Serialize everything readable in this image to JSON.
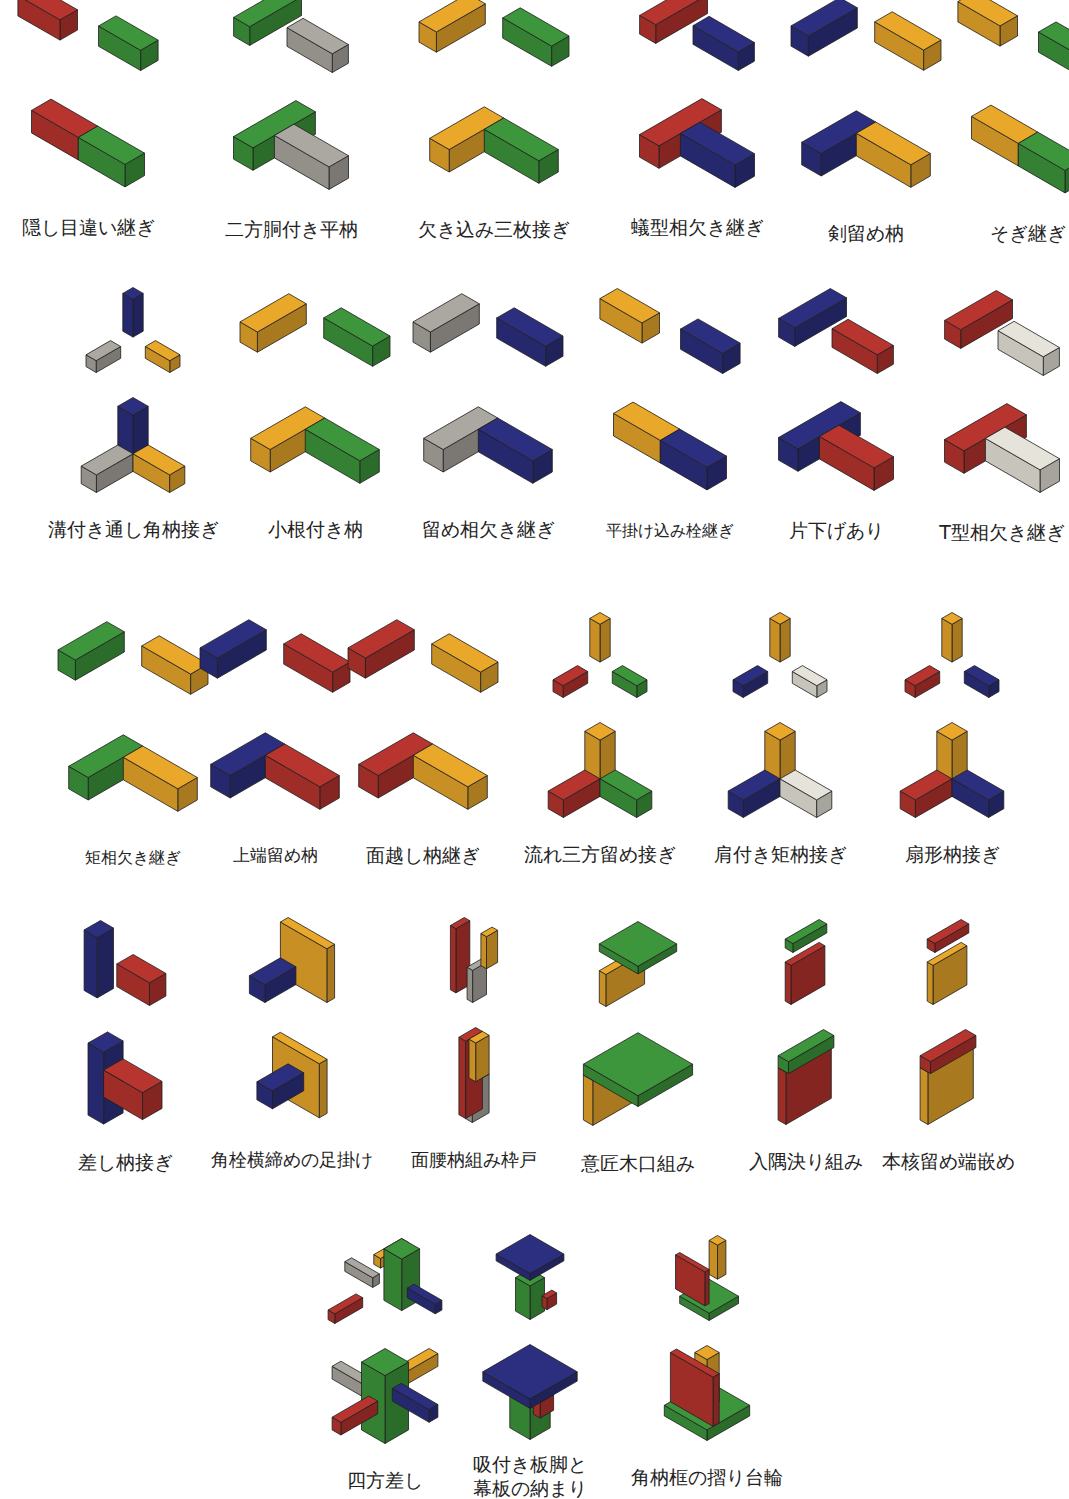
{
  "diagram": {
    "labels": [
      "隠し目違い継ぎ",
      "二方胴付き平枘",
      "欠き込み三枚接ぎ",
      "蟻型相欠き継ぎ",
      "剣留め枘",
      "そぎ継ぎ",
      "溝付き通し角枘接ぎ",
      "小根付き枘",
      "留め相欠き継ぎ",
      "平掛け込み栓継ぎ",
      "片下げあり",
      "T型相欠き継ぎ",
      "矩相欠き継ぎ",
      "上端留め枘",
      "面越し枘継ぎ",
      "流れ三方留め接ぎ",
      "肩付き矩枘接ぎ",
      "扇形枘接ぎ",
      "差し枘接ぎ",
      "角栓横締めの足掛け",
      "面腰枘組み枠戸",
      "意匠木口組み",
      "入隅決り組み",
      "本核留め端嵌め",
      "四方差し",
      "吸付き板脚と 幕板の納まり",
      "角枘框の摺り台輪"
    ]
  }
}
